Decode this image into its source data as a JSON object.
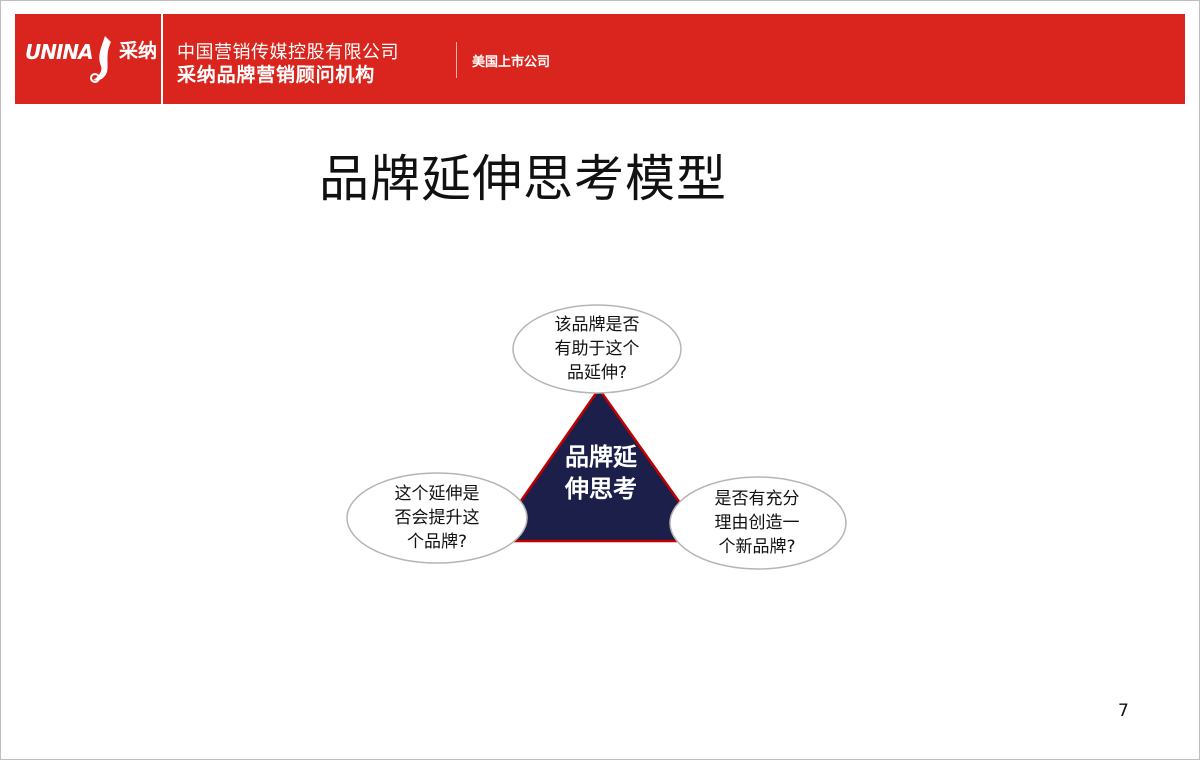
{
  "header": {
    "logo_mark": "UNINA",
    "logo_cn": "采纳",
    "company_name_line1": "中国营销传媒控股有限公司",
    "company_name_line2": "采纳品牌营销顾问机构",
    "listed_tag": "美国上市公司"
  },
  "slide": {
    "title": "品牌延伸思考模型",
    "page_number": "7"
  },
  "diagram": {
    "center": {
      "line1": "品牌延",
      "line2": "伸思考"
    },
    "bubbles": [
      {
        "lines": [
          "该品牌是否",
          "有助于这个",
          "品延伸?"
        ]
      },
      {
        "lines": [
          "这个延伸是",
          "否会提升这",
          "个品牌?"
        ]
      },
      {
        "lines": [
          "是否有充分",
          "理由创造一",
          "个新品牌?"
        ]
      }
    ],
    "colors": {
      "header_red": "#d9251d",
      "triangle_fill": "#1b1f4a",
      "triangle_stroke": "#c00000"
    }
  }
}
